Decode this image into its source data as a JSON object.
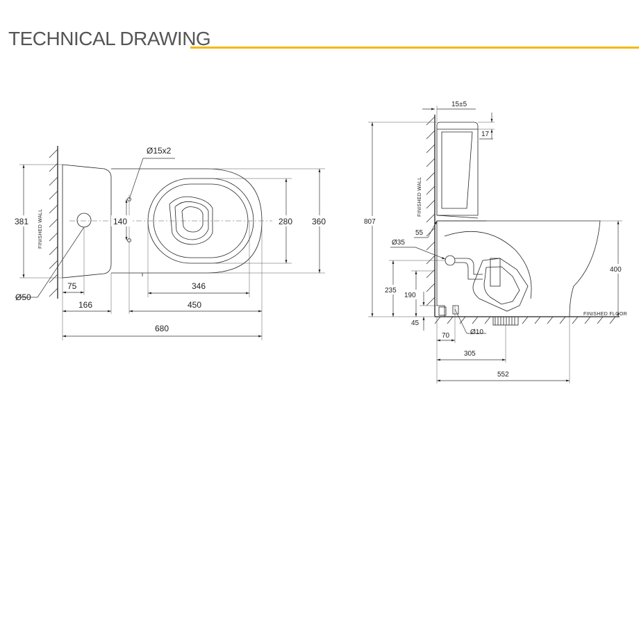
{
  "header": {
    "title": "TECHNICAL DRAWING",
    "accent_color": "#f2b90f"
  },
  "plan_view": {
    "wall_label": "FINISHED WALL",
    "dims": {
      "hole_diameter": "Ø15x2",
      "overall_width": "381",
      "hole_spacing": "140",
      "bowl_inner_width": "280",
      "bowl_outer_width": "360",
      "outlet_diameter": "Ø50",
      "outlet_offset": "75",
      "hole_offset": "166",
      "bowl_length": "346",
      "pan_length": "450",
      "overall_length": "680"
    }
  },
  "side_view": {
    "wall_label": "FINISHED WALL",
    "floor_label": "FINISHED FLOOR",
    "dims": {
      "wall_gap": "15±5",
      "lid_height": "17",
      "overall_height": "807",
      "tank_offset": "55",
      "inlet_diameter": "Ø35",
      "inlet_height": "235",
      "outlet_center_height": "190",
      "outlet_bottom": "45",
      "seat_height": "400",
      "outlet_setback": "70",
      "fixing_diameter": "Ø10",
      "floor_outlet_distance": "305",
      "overall_depth": "552"
    }
  }
}
